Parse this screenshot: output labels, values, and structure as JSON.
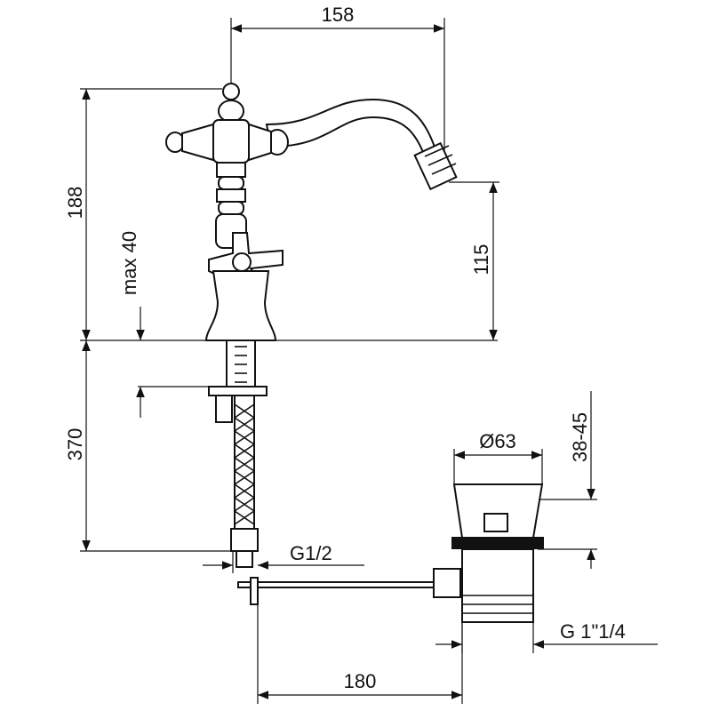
{
  "drawing": {
    "title": "Bidet mixer dimensional drawing",
    "dimensions": {
      "spout_reach": "158",
      "total_height": "188",
      "max_deck_thickness": "max 40",
      "spout_height": "115",
      "hose_length": "370",
      "waste_diameter": "Ø63",
      "waste_range": "38-45",
      "inlet_thread": "G1/2",
      "waste_thread": "G 1\"1/4",
      "rod_length": "180"
    },
    "colors": {
      "line": "#111111",
      "background": "#ffffff"
    }
  }
}
